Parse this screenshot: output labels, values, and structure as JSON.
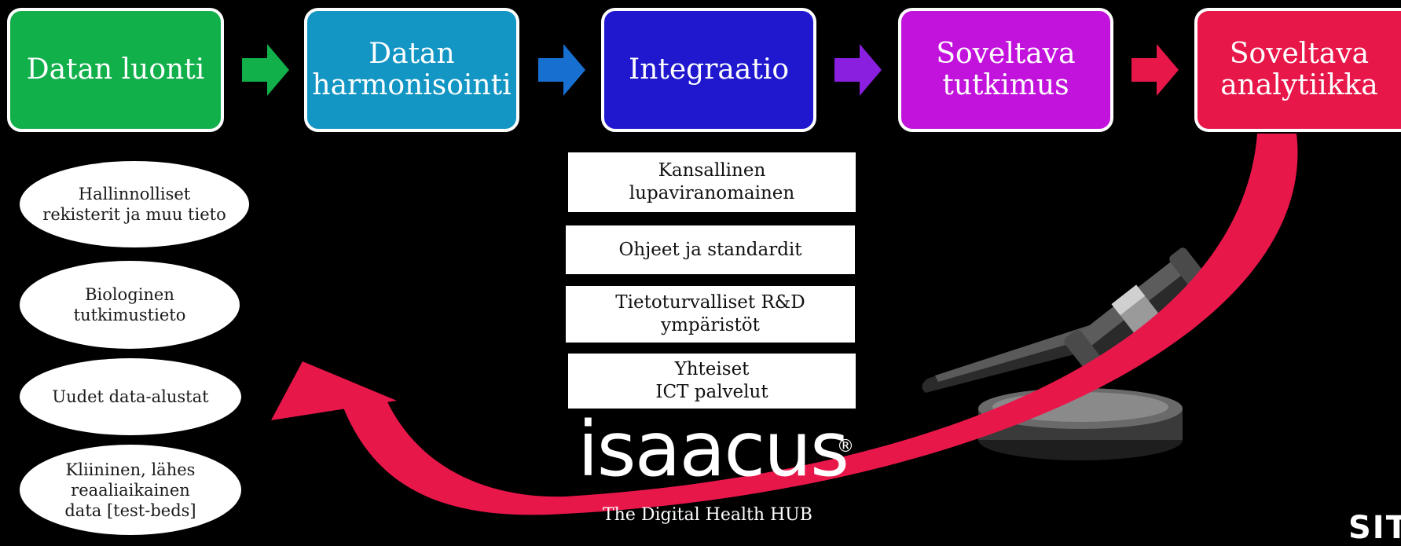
{
  "colors": {
    "background": "#000000",
    "step_create": "#12b04b",
    "step_harmonize": "#1396c4",
    "step_integrate": "#1f18cf",
    "step_research": "#c213dc",
    "step_analytics": "#e8174a",
    "arrow_green": "#12b04b",
    "arrow_blue": "#1770d0",
    "arrow_purple": "#8a1fe0",
    "arrow_red": "#e8174a",
    "loop_arrow": "#e8174a"
  },
  "process_steps": [
    {
      "label": "Datan luonti"
    },
    {
      "label": "Datan\nharmonisointi"
    },
    {
      "label": "Integraatio"
    },
    {
      "label": "Soveltava\ntutkimus"
    },
    {
      "label": "Soveltava\nanalytiikka"
    }
  ],
  "data_sources": [
    {
      "label": "Hallinnolliset\nrekisterit ja muu tieto"
    },
    {
      "label": "Biologinen\ntutkimustieto"
    },
    {
      "label": "Uudet data-alustat"
    },
    {
      "label": "Kliininen, lähes\nreaaliaikainen\ndata [test-beds]"
    }
  ],
  "integration_components": [
    {
      "label": "Kansallinen\nlupaviranomainen"
    },
    {
      "label": "Ohjeet ja standardit"
    },
    {
      "label": "Tietoturvalliset R&D\nympäristöt"
    },
    {
      "label": "Yhteiset\nICT palvelut"
    }
  ],
  "icons": {
    "connector": "right-arrow-icon",
    "gavel": "gavel-icon",
    "feedback": "curved-return-arrow-icon"
  },
  "branding": {
    "logo_text": "isaacus",
    "registered_mark": "®",
    "tagline": "The Digital Health HUB",
    "corner_logo": "SITRA"
  }
}
